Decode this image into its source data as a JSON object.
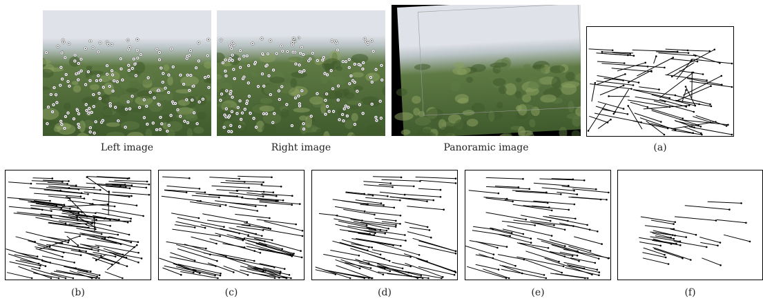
{
  "figure": {
    "top_captions": [
      "Left image",
      "Right image",
      "Panoramic image",
      "(a)"
    ],
    "bottom_captions": [
      "(b)",
      "(c)",
      "(d)",
      "(e)",
      "(f)"
    ]
  },
  "colors": {
    "sky": "#dfe2e8",
    "vegetation_dark": "#3f5a2c",
    "vegetation_mid": "#5f7a44",
    "vegetation_light": "#8aa060",
    "haze": "#b9c3c6",
    "feature_point": "#ffffff",
    "vector": "#000000"
  },
  "icons": {
    "feature_marker": "white-ring-dot-icon",
    "vector_marker": "arrow-dot-icon"
  }
}
